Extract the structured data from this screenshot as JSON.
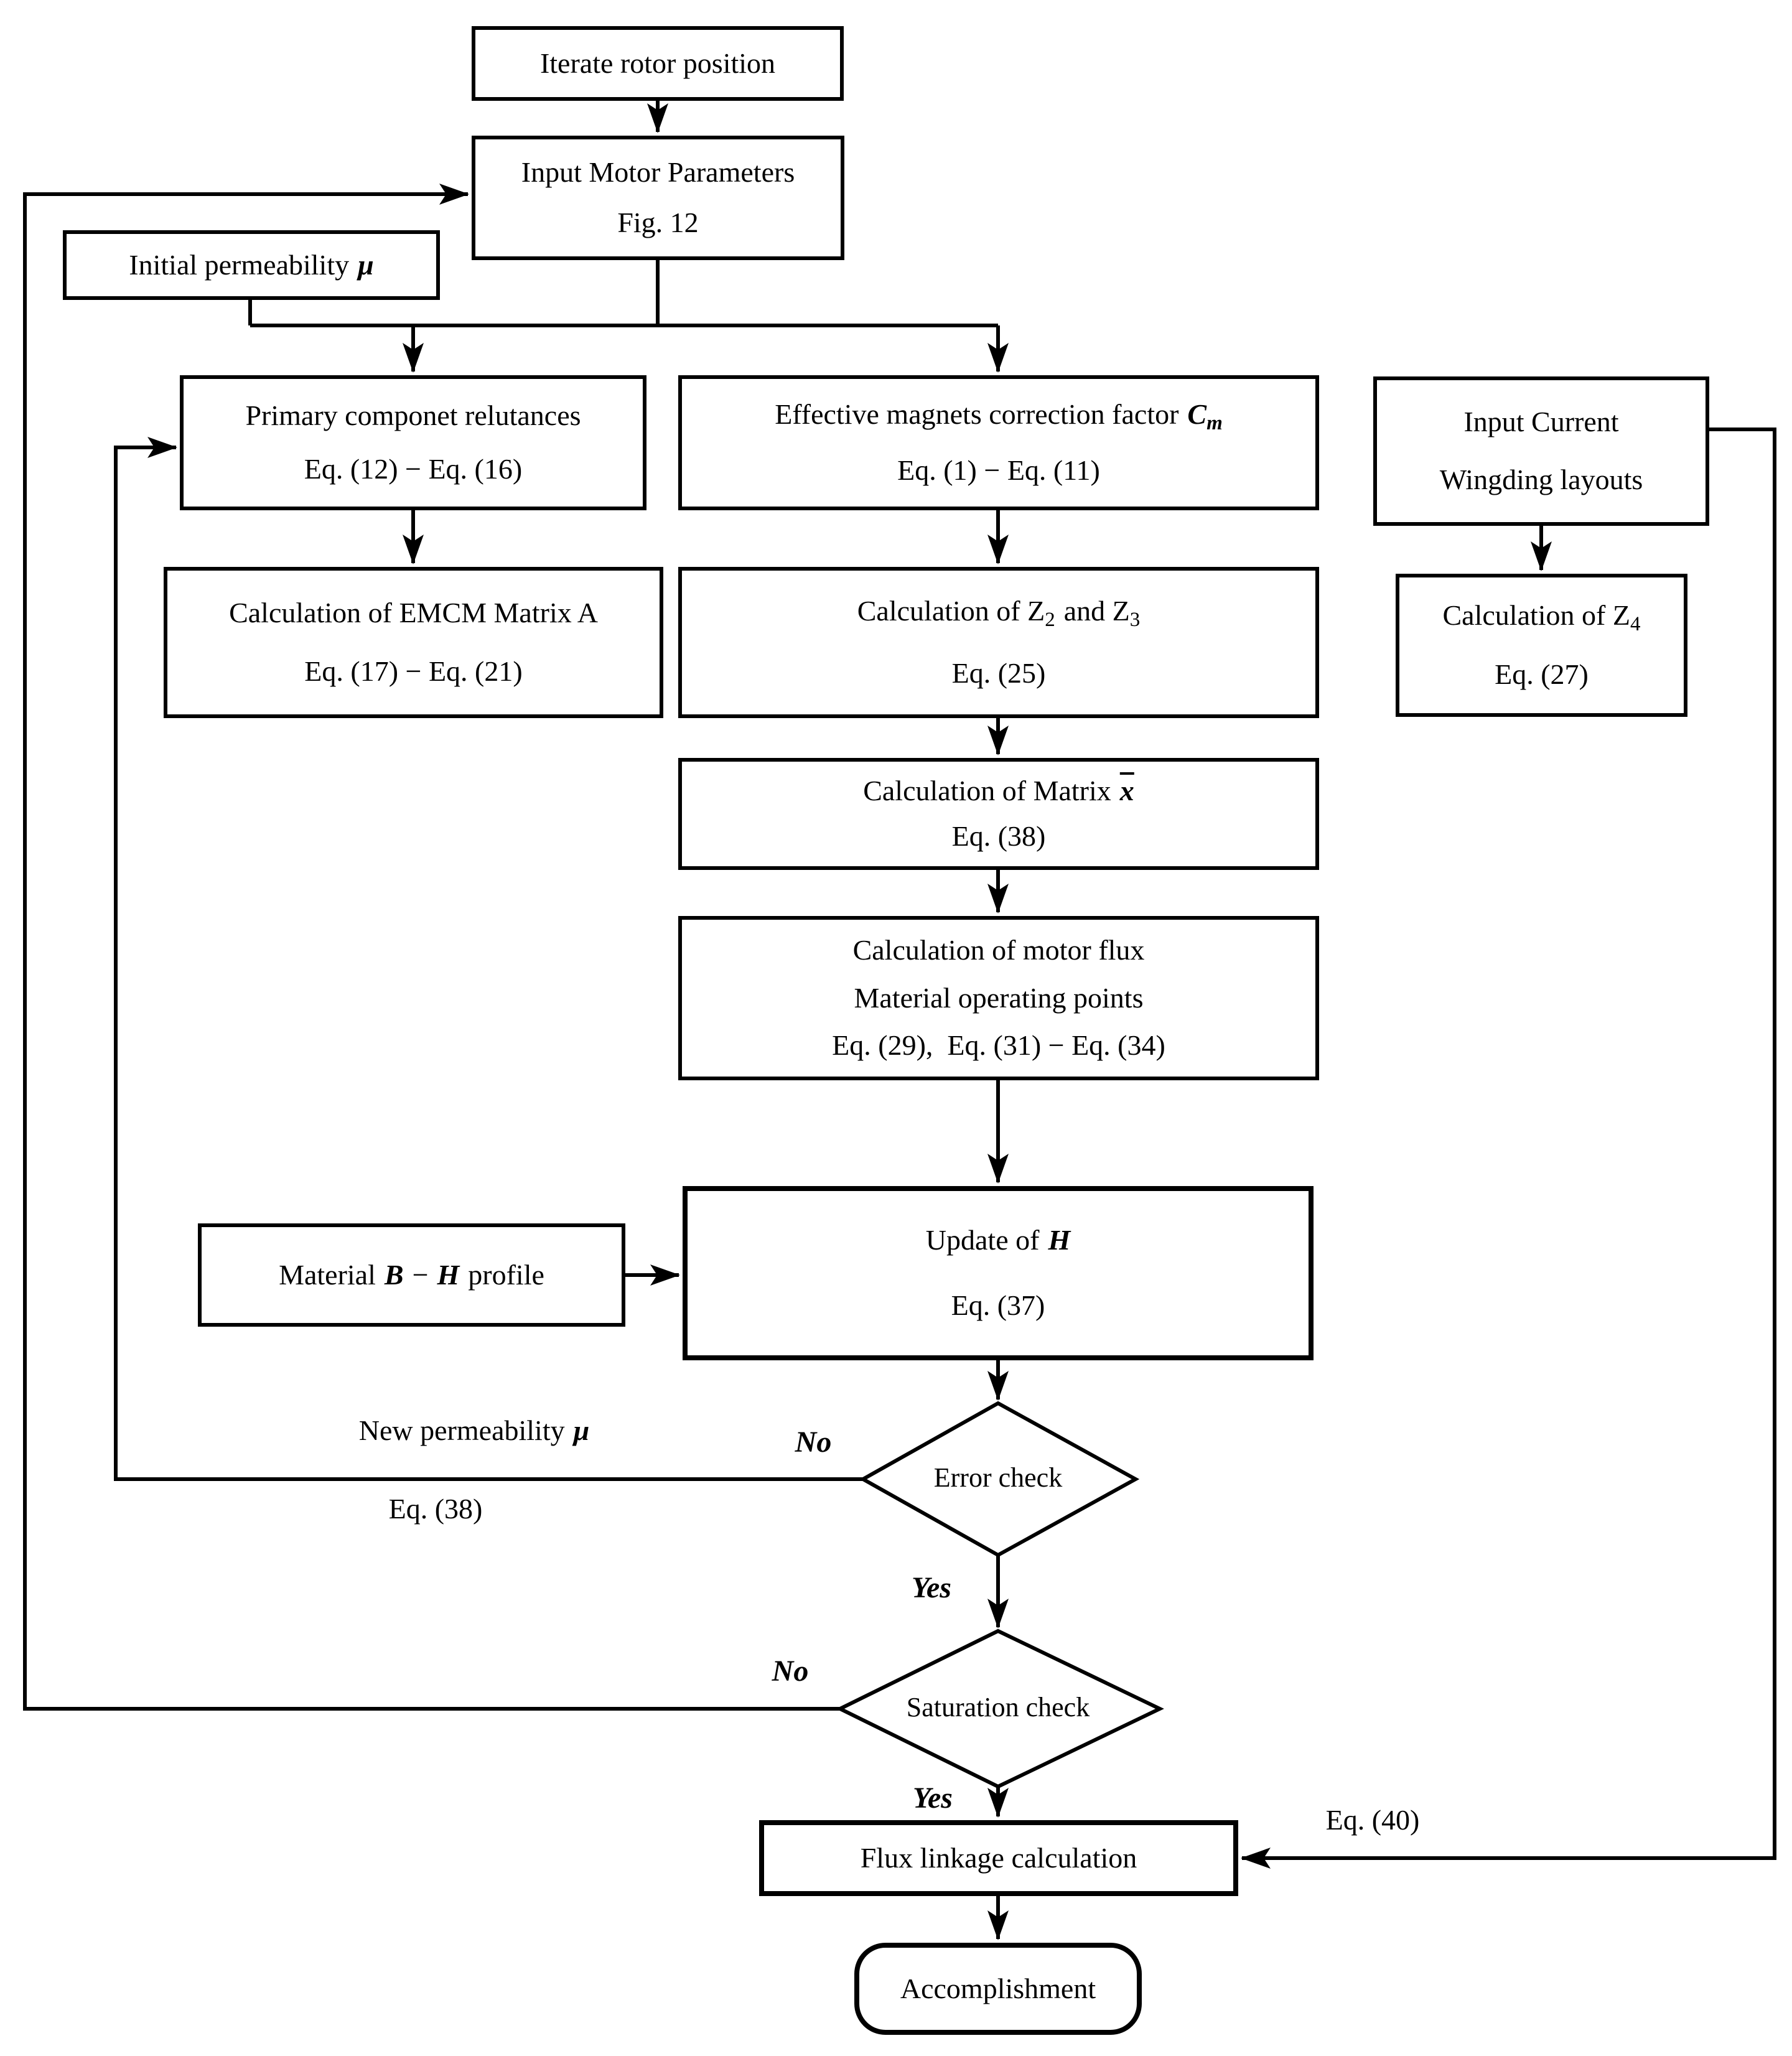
{
  "figure": {
    "type": "flowchart",
    "background_color": "#ffffff",
    "line_color": "#000000"
  },
  "nodes": {
    "iterate": {
      "label": "Iterate rotor position"
    },
    "input_motor": {
      "line1": "Input Motor Parameters",
      "line2": "Fig. 12"
    },
    "initial_perm": {
      "text": "Initial permeability",
      "symbol": "μ"
    },
    "primary": {
      "line1": "Primary componet relutances",
      "line2": "Eq. (12) − Eq. (16)"
    },
    "effective": {
      "text": "Effective magnets correction factor",
      "symbol": "C",
      "subscript": "m",
      "line2": "Eq. (1) − Eq. (11)"
    },
    "input_current": {
      "line1": "Input Current",
      "line2": "Wingding layouts"
    },
    "emcm": {
      "line1": "Calculation of EMCM Matrix A",
      "line2": "Eq. (17) − Eq. (21)"
    },
    "z23": {
      "t1": "Calculation of Z",
      "s1": "2",
      "t2": "and Z",
      "s2": "3",
      "line2": "Eq. (25)"
    },
    "z4": {
      "t1": "Calculation of Z",
      "s1": "4",
      "line2": "Eq. (27)"
    },
    "matrix_x": {
      "t1": "Calculation of Matrix",
      "symbol": "x",
      "line2": "Eq. (38)"
    },
    "motor_flux": {
      "line1": "Calculation of motor flux",
      "line2": "Material operating points",
      "line3": "Eq. (29),  Eq. (31) − Eq. (34)"
    },
    "material_bh": {
      "t1": "Material",
      "sym1": "B",
      "dash": "−",
      "sym2": "H",
      "t2": "profile"
    },
    "update_h": {
      "t1": "Update of",
      "symbol": "H",
      "line2": "Eq. (37)"
    },
    "error_check": {
      "label": "Error check"
    },
    "saturation_check": {
      "label": "Saturation check"
    },
    "flux_linkage": {
      "label": "Flux linkage calculation"
    },
    "accomplishment": {
      "label": "Accomplishment"
    }
  },
  "edge_labels": {
    "error_no": "No",
    "error_yes": "Yes",
    "saturation_no": "No",
    "saturation_yes": "Yes",
    "new_permeability": {
      "text": "New permeability",
      "symbol": "μ",
      "eq": "Eq. (38)"
    },
    "eq40": "Eq. (40)"
  }
}
